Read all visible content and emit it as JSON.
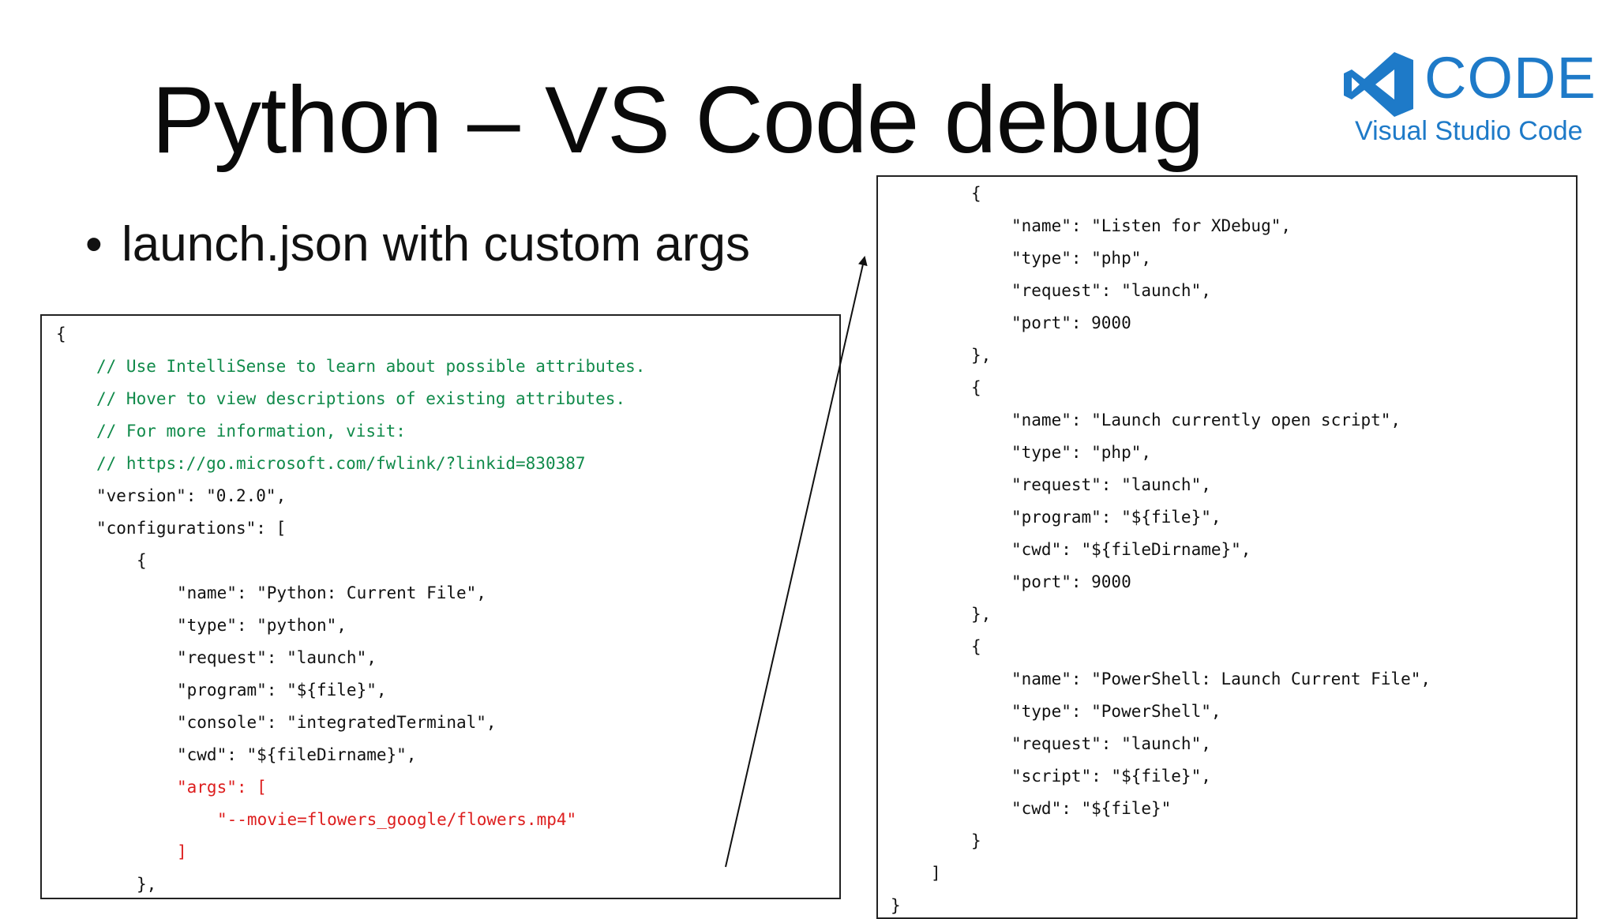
{
  "slide": {
    "title": "Python – VS Code debug",
    "bullet": "launch.json with custom args"
  },
  "logo": {
    "wordmark": "CODE",
    "subtitle": "Visual Studio Code",
    "color": "#1e7ac8"
  },
  "colors": {
    "comment": "#108a4a",
    "highlight": "#dd1e1e",
    "text": "#111111"
  },
  "left_code": [
    {
      "indent": 0,
      "text": "{",
      "style": "plain"
    },
    {
      "indent": 1,
      "text": "// Use IntelliSense to learn about possible attributes.",
      "style": "comment"
    },
    {
      "indent": 1,
      "text": "// Hover to view descriptions of existing attributes.",
      "style": "comment"
    },
    {
      "indent": 1,
      "text": "// For more information, visit:",
      "style": "comment"
    },
    {
      "indent": 1,
      "text": "// https://go.microsoft.com/fwlink/?linkid=830387",
      "style": "comment"
    },
    {
      "indent": 1,
      "text": "\"version\": \"0.2.0\",",
      "style": "plain"
    },
    {
      "indent": 1,
      "text": "\"configurations\": [",
      "style": "plain"
    },
    {
      "indent": 2,
      "text": "{",
      "style": "plain"
    },
    {
      "indent": 3,
      "text": "\"name\": \"Python: Current File\",",
      "style": "plain"
    },
    {
      "indent": 3,
      "text": "\"type\": \"python\",",
      "style": "plain"
    },
    {
      "indent": 3,
      "text": "\"request\": \"launch\",",
      "style": "plain"
    },
    {
      "indent": 3,
      "text": "\"program\": \"${file}\",",
      "style": "plain"
    },
    {
      "indent": 3,
      "text": "\"console\": \"integratedTerminal\",",
      "style": "plain"
    },
    {
      "indent": 3,
      "text": "\"cwd\": \"${fileDirname}\",",
      "style": "plain"
    },
    {
      "indent": 3,
      "text": "\"args\": [",
      "style": "highlight"
    },
    {
      "indent": 4,
      "text": "\"--movie=flowers_google/flowers.mp4\"",
      "style": "highlight"
    },
    {
      "indent": 3,
      "text": "]",
      "style": "highlight"
    },
    {
      "indent": 2,
      "text": "},",
      "style": "plain"
    }
  ],
  "right_code": [
    {
      "indent": 2,
      "text": "{",
      "style": "plain"
    },
    {
      "indent": 3,
      "text": "\"name\": \"Listen for XDebug\",",
      "style": "plain"
    },
    {
      "indent": 3,
      "text": "\"type\": \"php\",",
      "style": "plain"
    },
    {
      "indent": 3,
      "text": "\"request\": \"launch\",",
      "style": "plain"
    },
    {
      "indent": 3,
      "text": "\"port\": 9000",
      "style": "plain"
    },
    {
      "indent": 2,
      "text": "},",
      "style": "plain"
    },
    {
      "indent": 2,
      "text": "{",
      "style": "plain"
    },
    {
      "indent": 3,
      "text": "\"name\": \"Launch currently open script\",",
      "style": "plain"
    },
    {
      "indent": 3,
      "text": "\"type\": \"php\",",
      "style": "plain"
    },
    {
      "indent": 3,
      "text": "\"request\": \"launch\",",
      "style": "plain"
    },
    {
      "indent": 3,
      "text": "\"program\": \"${file}\",",
      "style": "plain"
    },
    {
      "indent": 3,
      "text": "\"cwd\": \"${fileDirname}\",",
      "style": "plain"
    },
    {
      "indent": 3,
      "text": "\"port\": 9000",
      "style": "plain"
    },
    {
      "indent": 2,
      "text": "},",
      "style": "plain"
    },
    {
      "indent": 2,
      "text": "{",
      "style": "plain"
    },
    {
      "indent": 3,
      "text": "\"name\": \"PowerShell: Launch Current File\",",
      "style": "plain"
    },
    {
      "indent": 3,
      "text": "\"type\": \"PowerShell\",",
      "style": "plain"
    },
    {
      "indent": 3,
      "text": "\"request\": \"launch\",",
      "style": "plain"
    },
    {
      "indent": 3,
      "text": "\"script\": \"${file}\",",
      "style": "plain"
    },
    {
      "indent": 3,
      "text": "\"cwd\": \"${file}\"",
      "style": "plain"
    },
    {
      "indent": 2,
      "text": "}",
      "style": "plain"
    },
    {
      "indent": 1,
      "text": "]",
      "style": "plain"
    },
    {
      "indent": 0,
      "text": "}",
      "style": "plain"
    }
  ]
}
